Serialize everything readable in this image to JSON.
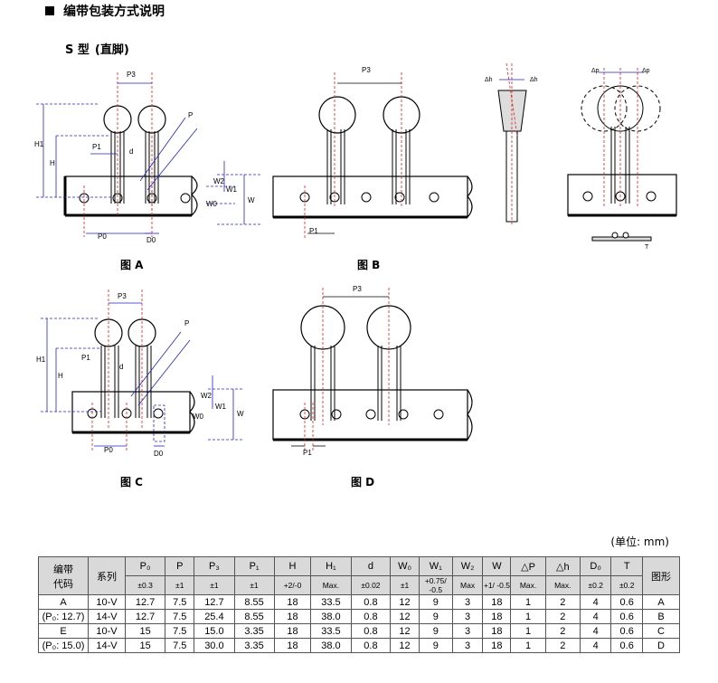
{
  "heading": "编带包装方式说明",
  "subheading": {
    "type": "S 型",
    "note": "(直脚)"
  },
  "figures": {
    "a": "图 A",
    "b": "图 B",
    "c": "图 C",
    "d": "图 D",
    "dims": {
      "p3": "P3",
      "p": "P",
      "p1": "P1",
      "h1": "H1",
      "h": "H",
      "d": "d",
      "w2": "W2",
      "w1": "W1",
      "w0": "W0",
      "w": "W",
      "p0": "P0",
      "d0": "D0",
      "dh": "Δh",
      "dp": "Δp",
      "t": "T"
    }
  },
  "unit": "(单位: mm)",
  "table": {
    "head_code": "编带\n代码",
    "head_series": "系列",
    "head_shape": "图形",
    "params": [
      {
        "name": "P₀",
        "tol": "±0.3"
      },
      {
        "name": "P",
        "tol": "±1"
      },
      {
        "name": "P₃",
        "tol": "±1"
      },
      {
        "name": "P₁",
        "tol": "±1"
      },
      {
        "name": "H",
        "tol": "+2/-0"
      },
      {
        "name": "H₁",
        "tol": "Max."
      },
      {
        "name": "d",
        "tol": "±0.02"
      },
      {
        "name": "W₀",
        "tol": "±1"
      },
      {
        "name": "W₁",
        "tol": "+0.75/ -0.5"
      },
      {
        "name": "W₂",
        "tol": "Max"
      },
      {
        "name": "W",
        "tol": "+1/ -0.5"
      },
      {
        "name": "△P",
        "tol": "Max."
      },
      {
        "name": "△h",
        "tol": "Max."
      },
      {
        "name": "D₀",
        "tol": "±0.2"
      },
      {
        "name": "T",
        "tol": "±0.2"
      }
    ],
    "rows": [
      {
        "code": "A",
        "series": "10-V",
        "values": [
          "12.7",
          "7.5",
          "12.7",
          "8.55",
          "18",
          "33.5",
          "0.8",
          "12",
          "9",
          "3",
          "18",
          "1",
          "2",
          "4",
          "0.6"
        ],
        "shape": "A"
      },
      {
        "code": "(P₀: 12.7)",
        "series": "14-V",
        "values": [
          "12.7",
          "7.5",
          "25.4",
          "8.55",
          "18",
          "38.0",
          "0.8",
          "12",
          "9",
          "3",
          "18",
          "1",
          "2",
          "4",
          "0.6"
        ],
        "shape": "B"
      },
      {
        "code": "E",
        "series": "10-V",
        "values": [
          "15",
          "7.5",
          "15.0",
          "3.35",
          "18",
          "33.5",
          "0.8",
          "12",
          "9",
          "3",
          "18",
          "1",
          "2",
          "4",
          "0.6"
        ],
        "shape": "C"
      },
      {
        "code": "(P₀: 15.0)",
        "series": "14-V",
        "values": [
          "15",
          "7.5",
          "30.0",
          "3.35",
          "18",
          "38.0",
          "0.8",
          "12",
          "9",
          "3",
          "18",
          "1",
          "2",
          "4",
          "0.6"
        ],
        "shape": "D"
      }
    ]
  }
}
